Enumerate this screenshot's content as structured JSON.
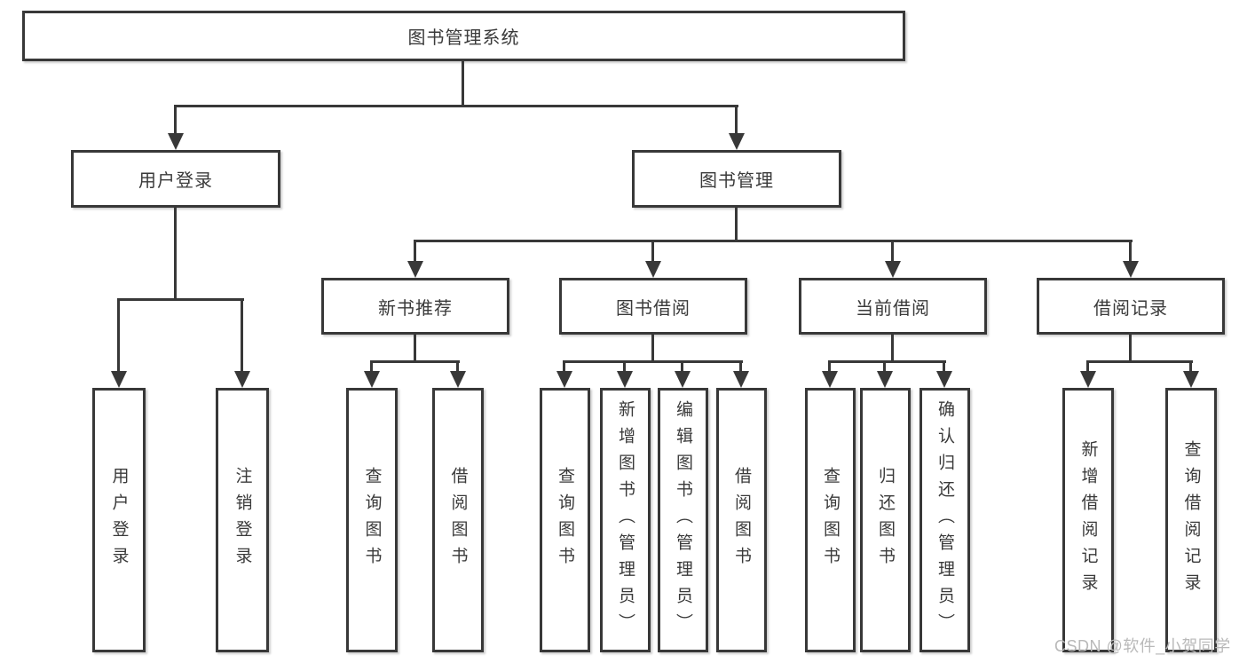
{
  "tree": {
    "label": "图书管理系统",
    "children": [
      {
        "label": "用户登录",
        "children": [
          {
            "label": "用户登录"
          },
          {
            "label": "注销登录"
          }
        ]
      },
      {
        "label": "图书管理",
        "children": [
          {
            "label": "新书推荐",
            "children": [
              {
                "label": "查询图书"
              },
              {
                "label": "借阅图书"
              }
            ]
          },
          {
            "label": "图书借阅",
            "children": [
              {
                "label": "查询图书"
              },
              {
                "label": "新增图书（管理员）"
              },
              {
                "label": "编辑图书（管理员）"
              },
              {
                "label": "借阅图书"
              }
            ]
          },
          {
            "label": "当前借阅",
            "children": [
              {
                "label": "查询图书"
              },
              {
                "label": "归还图书"
              },
              {
                "label": "确认归还（管理员）"
              }
            ]
          },
          {
            "label": "借阅记录",
            "children": [
              {
                "label": "新增借阅记录"
              },
              {
                "label": "查询借阅记录"
              }
            ]
          }
        ]
      }
    ]
  },
  "watermark": "CSDN @软件_小贺同学",
  "colors": {
    "line": "#383838",
    "box_border": "#383838",
    "box_fill": "#ffffff",
    "text": "#3a3a3a",
    "watermark": "#b9b9b9",
    "background": "#ffffff"
  }
}
